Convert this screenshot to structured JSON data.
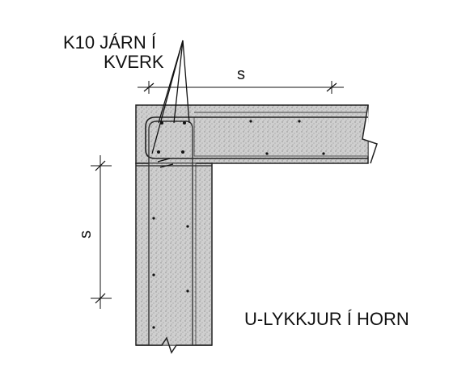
{
  "labels": {
    "bar_note_line1": "K10 JÁRN Í",
    "bar_note_line2": "KVERK",
    "spacing_horizontal": "s",
    "spacing_vertical": "s",
    "caption": "U-LYKKJUR Í HORN"
  },
  "colors": {
    "concrete_fill": "#c9c9c9",
    "outline": "#222222"
  }
}
